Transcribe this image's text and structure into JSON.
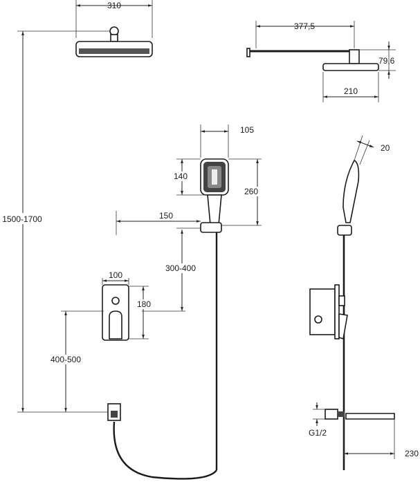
{
  "drawing": {
    "dimensions": {
      "head_width": "310",
      "arm_length": "377,5",
      "head_height": "79,6",
      "head_diameter": "210",
      "hand_width": "105",
      "hand_thickness": "20",
      "hand_head_height": "140",
      "hand_total_height": "260",
      "total_height": "1500-1700",
      "holder_offset": "150",
      "holder_height": "300-400",
      "mixer_width": "100",
      "mixer_height": "180",
      "mixer_position": "400-500",
      "thread": "G1/2",
      "outlet_length": "230"
    }
  }
}
